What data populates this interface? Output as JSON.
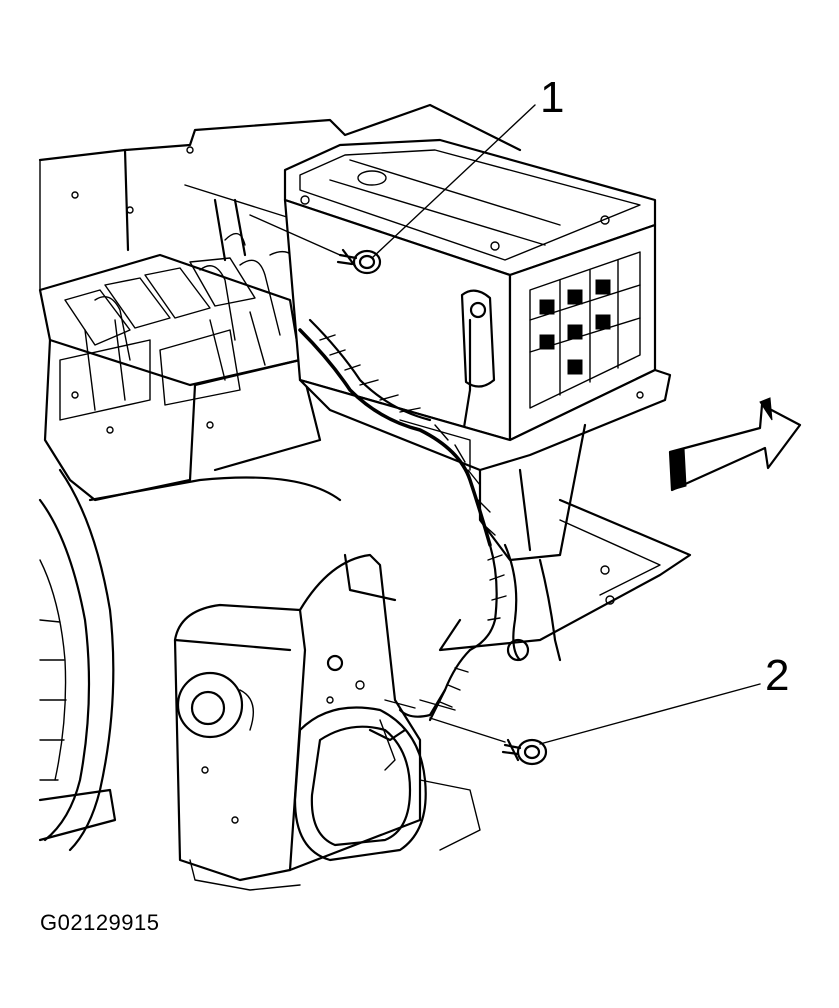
{
  "diagram": {
    "callouts": [
      {
        "label": "1",
        "part": "bolt"
      },
      {
        "label": "2",
        "part": "bolt"
      }
    ],
    "figure_id": "G02129915",
    "direction_indicator": "arrow-icon"
  }
}
